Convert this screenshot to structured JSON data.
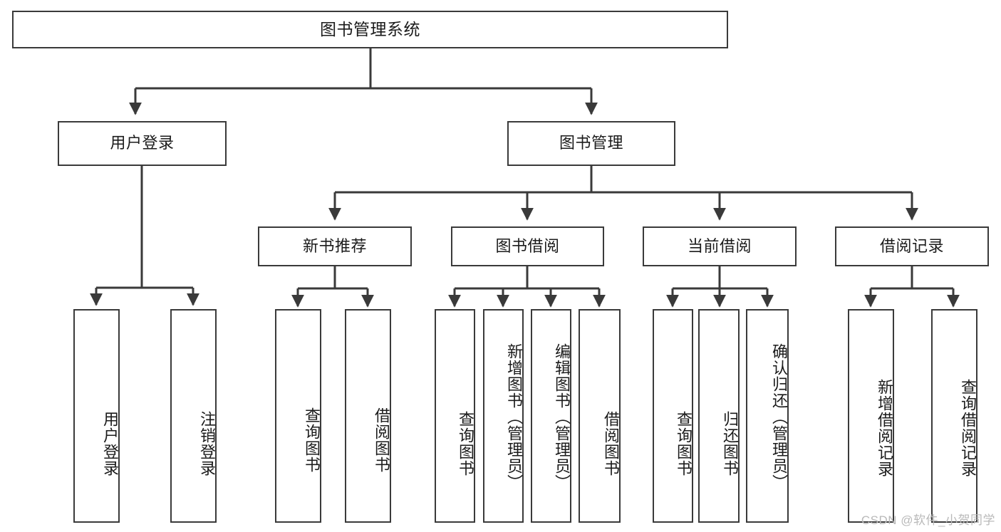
{
  "diagram": {
    "title": "图书管理系统",
    "type": "tree",
    "orientation": "top-down",
    "colors": {
      "box_border": "#3a3a3a",
      "box_fill": "#ffffff",
      "connector": "#3a3a3a",
      "text": "#1b1b1b",
      "watermark": "#b9b9b9"
    },
    "watermark": "CSDN @软件_小贺同学",
    "nodes": {
      "root": {
        "label": "图书管理系统",
        "level": 1
      },
      "level2": [
        {
          "id": "user-login",
          "label": "用户登录"
        },
        {
          "id": "book-manage",
          "label": "图书管理"
        }
      ],
      "level3": [
        {
          "id": "new-book-recommend",
          "label": "新书推荐",
          "parent": "book-manage"
        },
        {
          "id": "book-borrow",
          "label": "图书借阅",
          "parent": "book-manage"
        },
        {
          "id": "current-borrow",
          "label": "当前借阅",
          "parent": "book-manage"
        },
        {
          "id": "borrow-record",
          "label": "借阅记录",
          "parent": "book-manage"
        }
      ],
      "leaves": [
        {
          "id": "leaf-user-login",
          "label": "用户登录",
          "parent": "user-login"
        },
        {
          "id": "leaf-user-logout",
          "label": "注销登录",
          "parent": "user-login"
        },
        {
          "id": "leaf-query-book-1",
          "label": "查询图书",
          "parent": "new-book-recommend"
        },
        {
          "id": "leaf-borrow-book-1",
          "label": "借阅图书",
          "parent": "new-book-recommend"
        },
        {
          "id": "leaf-query-book-2",
          "label": "查询图书",
          "parent": "book-borrow"
        },
        {
          "id": "leaf-add-book",
          "label": "新增图书（管理员）",
          "parent": "book-borrow"
        },
        {
          "id": "leaf-edit-book",
          "label": "编辑图书（管理员）",
          "parent": "book-borrow"
        },
        {
          "id": "leaf-borrow-book-2",
          "label": "借阅图书",
          "parent": "book-borrow"
        },
        {
          "id": "leaf-query-book-3",
          "label": "查询图书",
          "parent": "current-borrow"
        },
        {
          "id": "leaf-return-book",
          "label": "归还图书",
          "parent": "current-borrow"
        },
        {
          "id": "leaf-confirm-return",
          "label": "确认归还（管理员）",
          "parent": "current-borrow"
        },
        {
          "id": "leaf-add-record",
          "label": "新增借阅记录",
          "parent": "borrow-record"
        },
        {
          "id": "leaf-query-record",
          "label": "查询借阅记录",
          "parent": "borrow-record"
        }
      ]
    }
  }
}
